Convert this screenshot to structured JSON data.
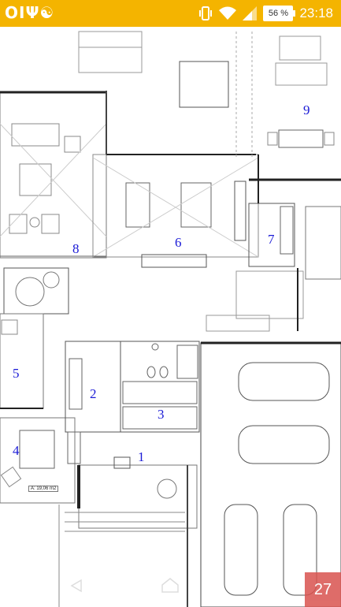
{
  "statusbar": {
    "left_icons": "ΟΙΨ☯",
    "battery_percent": "56 %",
    "time": "23:18",
    "icons": [
      "vibrate-icon",
      "wifi-icon",
      "signal-icon",
      "battery-icon"
    ]
  },
  "plan": {
    "room_numbers": [
      "1",
      "2",
      "3",
      "4",
      "5",
      "6",
      "7",
      "8",
      "9"
    ],
    "area_label": "A: 19,06 m2"
  },
  "navigation": {
    "back_icon": "back-triangle-icon",
    "home_icon": "home-icon"
  },
  "page_indicator": "27",
  "colors": {
    "statusbar": "#f4b400",
    "room_label": "#1a1ad6",
    "page_badge": "#d9534f"
  }
}
